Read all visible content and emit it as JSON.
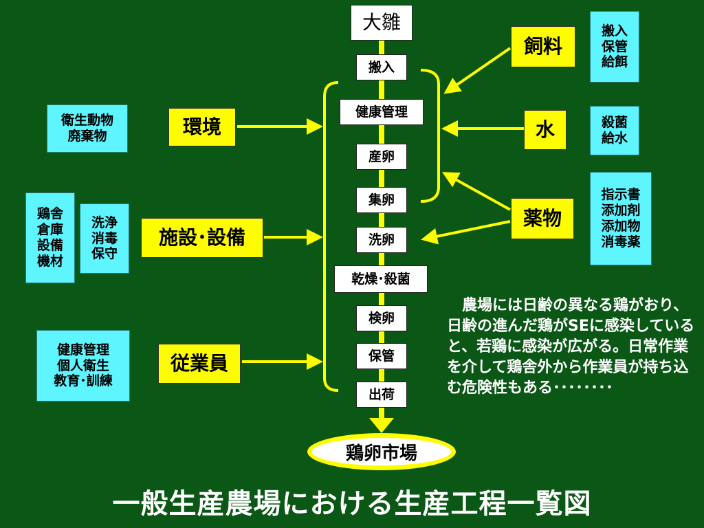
{
  "start": "大雛",
  "steps": [
    "搬入",
    "健康管理",
    "産卵",
    "集卵",
    "洗卵",
    "乾燥･殺菌",
    "検卵",
    "保管",
    "出荷"
  ],
  "end": "鶏卵市場",
  "inputs_left": {
    "kankyo": {
      "label": "環境",
      "detail": "衛生動物\n廃棄物"
    },
    "shisetsu": {
      "label": "施設･設備",
      "detail_a": "鶏舎\n倉庫\n設備\n機材",
      "detail_b": "洗浄\n消毒\n保守"
    },
    "jugyoin": {
      "label": "従業員",
      "detail": "健康管理\n個人衛生\n教育･訓練"
    }
  },
  "inputs_right": {
    "shiryo": {
      "label": "飼料",
      "detail": "搬入\n保管\n給餌"
    },
    "mizu": {
      "label": "水",
      "detail": "殺菌\n給水"
    },
    "yakubutsu": {
      "label": "薬物",
      "detail": "指示書\n添加剤\n添加物\n消毒薬"
    }
  },
  "note": "　農場には日齢の異なる鶏がおり、日齢の進んだ鶏がSEに感染していると、若鶏に感染が広がる。日常作業を介して鶏舎外から作業員が持ち込む危険性もある････････",
  "title": "一般生産農場における生産工程一覧図",
  "colors": {
    "background": "#0b5716",
    "arrow": "#fdfd00",
    "label_box": "#fdfd00",
    "detail_box": "#5ff5ff"
  }
}
